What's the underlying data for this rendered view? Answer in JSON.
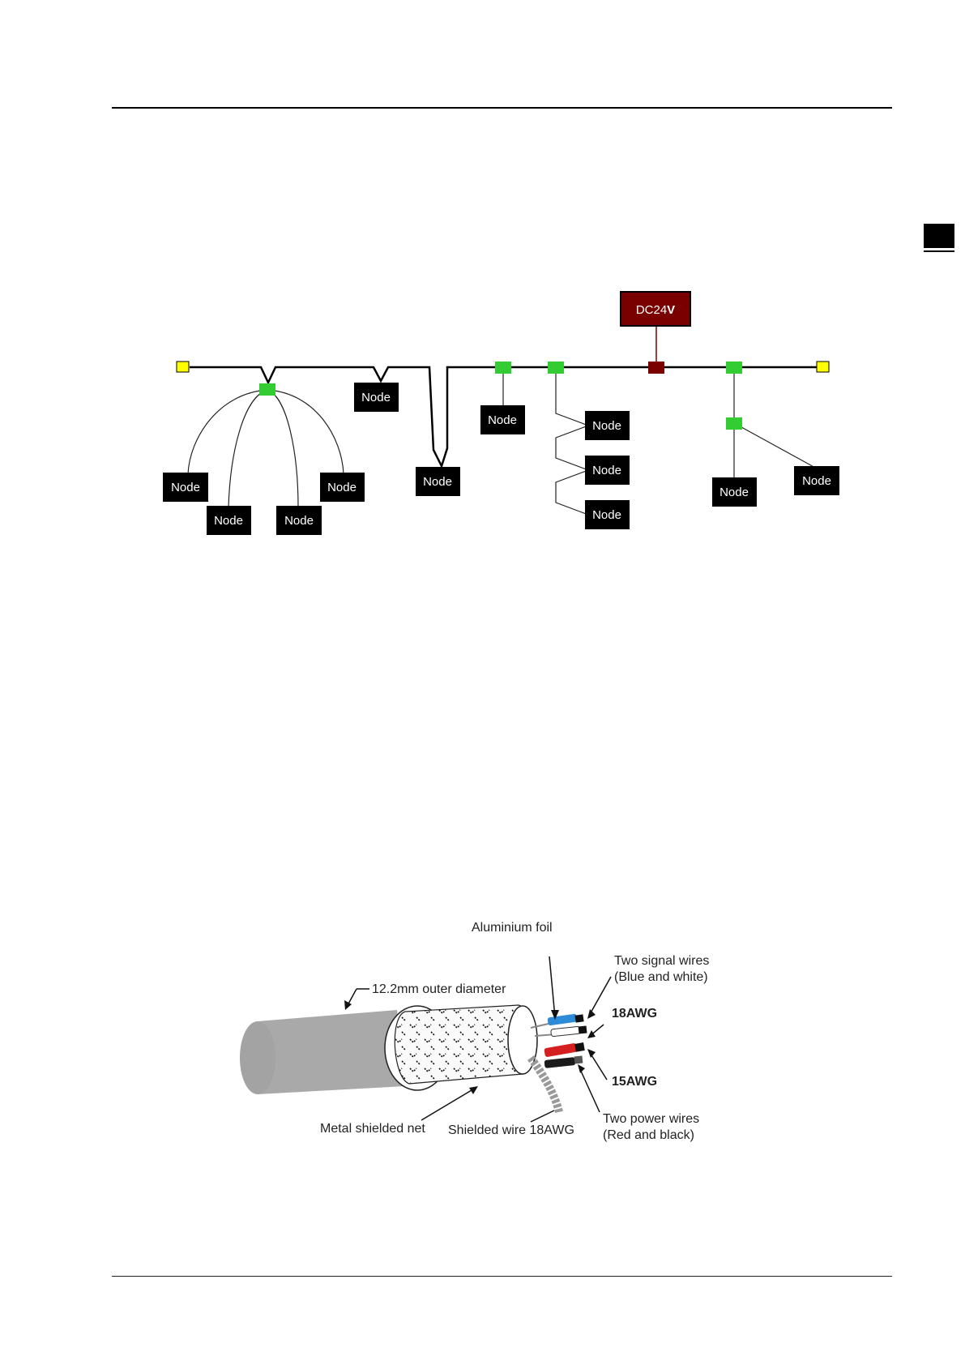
{
  "topology": {
    "power_label": "DC24",
    "power_label_unit": "V",
    "node_label": "Node",
    "colors": {
      "trunk": "#000000",
      "tap": "#33cc33",
      "terminator": "#ffff00",
      "power": "#7a0000"
    }
  },
  "cable": {
    "aluminium_foil": "Aluminium foil",
    "outer_diameter": "12.2mm outer diameter",
    "signal_wires_line1": "Two signal wires",
    "signal_wires_line2": "(Blue and white)",
    "signal_gauge": "18AWG",
    "power_gauge": "15AWG",
    "power_wires_line1": "Two power wires",
    "power_wires_line2": "(Red and black)",
    "metal_shield": "Metal shielded net",
    "shield_wire": "Shielded wire 18AWG",
    "colors": {
      "jacket": "#a9a9a9",
      "signal": "#2e8bd8",
      "power": "#d42020"
    }
  }
}
